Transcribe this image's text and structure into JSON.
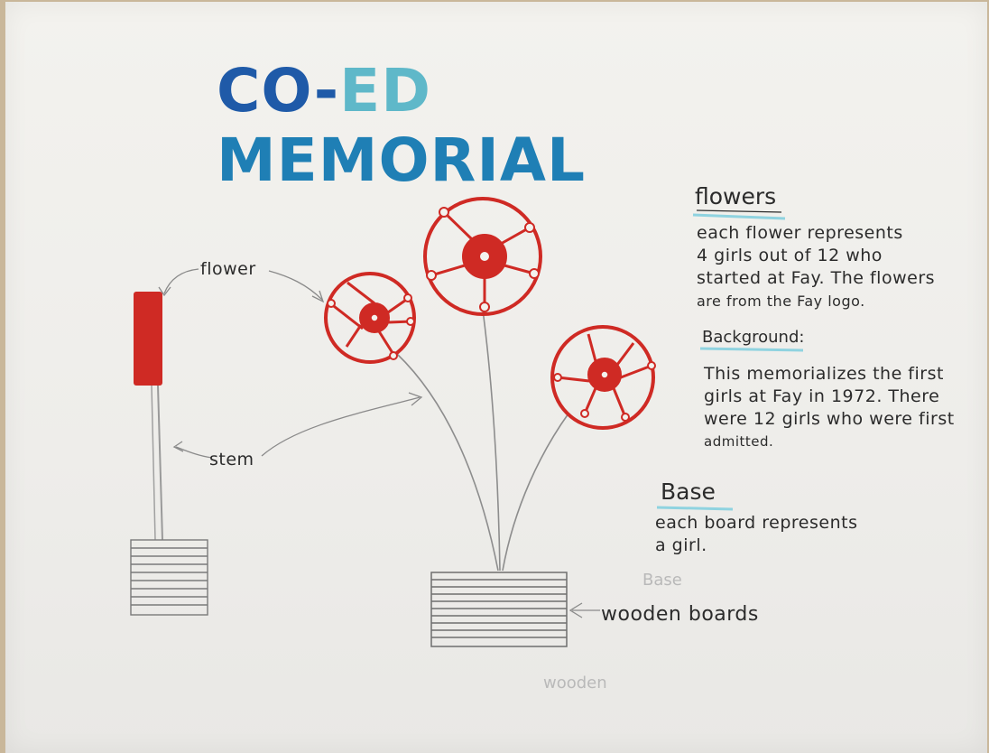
{
  "title": {
    "text": "CO-ED MEMORIAL",
    "part_dark": "CO-",
    "part_light": "ED",
    "part_mid": "MEMORIAL",
    "colors": {
      "dark": "#1f5aa8",
      "light": "#5fb8c9",
      "mid": "#1f7fb5"
    }
  },
  "labels": {
    "flower": "flower",
    "stem": "stem",
    "wooden_boards": "wooden boards",
    "faint_base": "Base",
    "faint_wooden": "wooden"
  },
  "notes": {
    "flowers": {
      "heading": "flowers",
      "lines": [
        "each flower represents",
        "4 girls out of 12 who",
        "started at Fay. The flowers",
        "are from the Fay logo."
      ]
    },
    "background": {
      "heading": "Background:",
      "lines": [
        "This memorializes the first",
        "girls at Fay in 1972. There",
        "were 12 girls who were first",
        "admitted."
      ]
    },
    "base": {
      "heading": "Base",
      "lines": [
        "each board represents",
        "a girl."
      ]
    }
  },
  "colors": {
    "flower_red": "#cf2a24",
    "pencil": "#8a8a8a",
    "highlight": "#8fd3e0"
  }
}
